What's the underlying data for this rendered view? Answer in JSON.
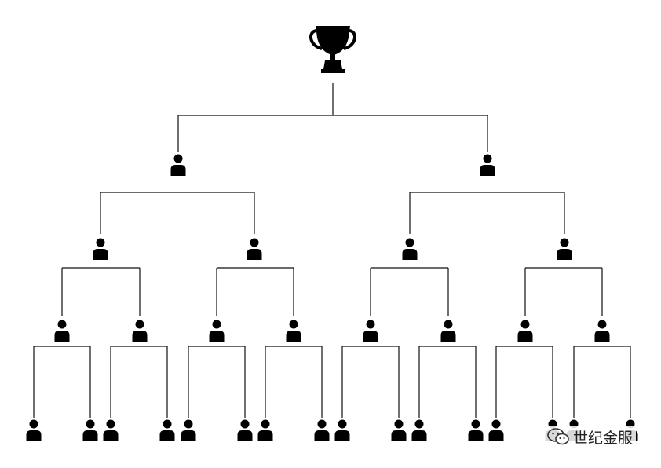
{
  "diagram": {
    "type": "tournament-bracket",
    "top_icon": "trophy-icon",
    "node_icon": "person-icon",
    "levels": [
      2,
      4,
      8,
      16
    ],
    "line_color": "#111111",
    "icon_color": "#000000"
  },
  "watermark": {
    "icon": "wechat-icon",
    "text": "世纪金服"
  }
}
